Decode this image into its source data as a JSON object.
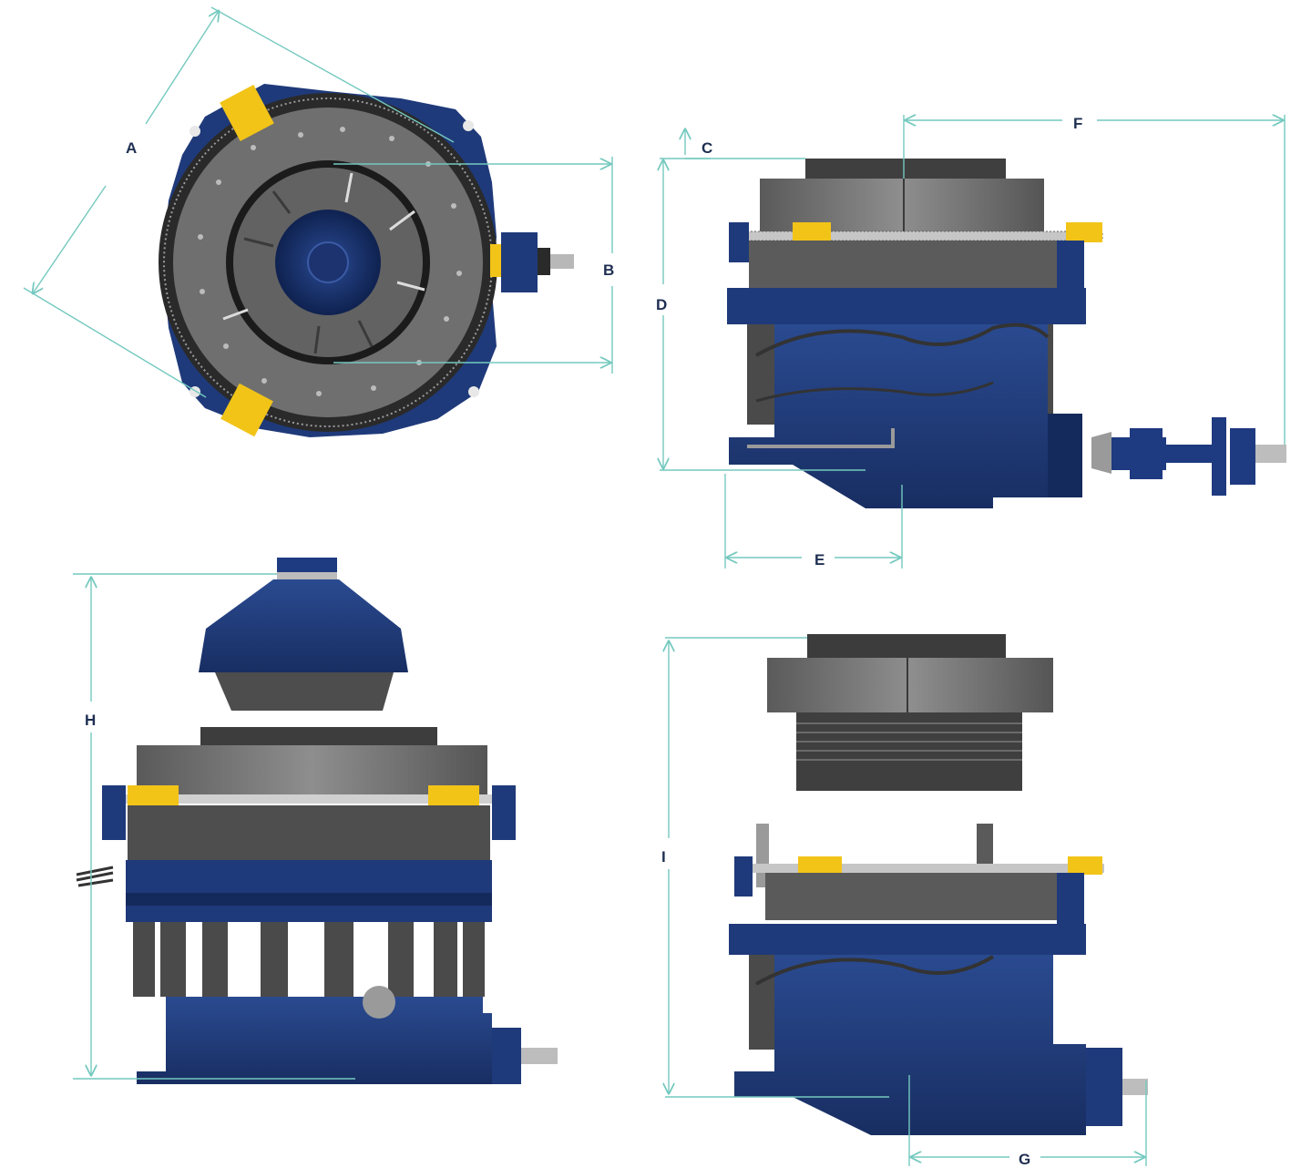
{
  "dimensions": {
    "a": "A",
    "b": "B",
    "c": "C",
    "d": "D",
    "e": "E",
    "f": "F",
    "g": "G",
    "h": "H",
    "i": "I"
  },
  "colors": {
    "dimension_line": "#74c9bf",
    "label": "#1f2f52",
    "body_navy": "#1f3a7a",
    "plate_gray": "#6d6d6d",
    "accent_yellow": "#f2c418"
  }
}
